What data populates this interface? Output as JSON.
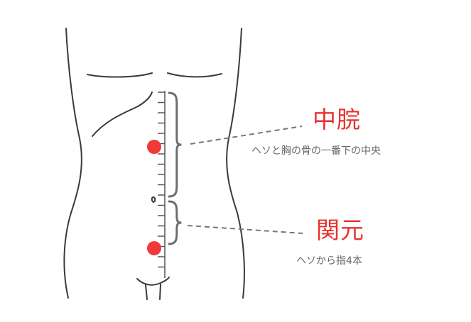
{
  "colors": {
    "line": "#3a3a3a",
    "ruler": "#555555",
    "brace": "#6e6e6e",
    "leader": "#777777",
    "point": "#f03a3a",
    "title": "#e8312f",
    "desc": "#666666"
  },
  "points": [
    {
      "id": "chukan",
      "title": "中脘",
      "description": "ヘソと胸の骨の一番下の中央"
    },
    {
      "id": "kangen",
      "title": "関元",
      "description": "ヘソから指4本"
    }
  ]
}
